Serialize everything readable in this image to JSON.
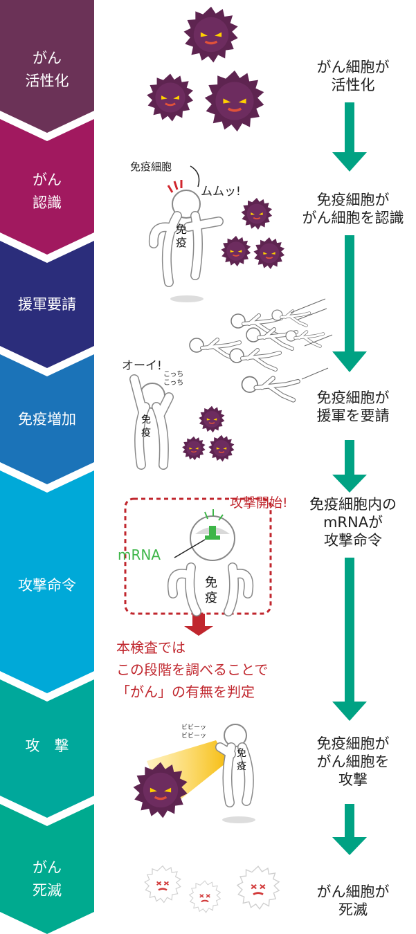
{
  "colors": {
    "steps": [
      "#6b3257",
      "#a1195f",
      "#2b2d7b",
      "#1b73b8",
      "#00a9d8",
      "#00a89b",
      "#00aa8f"
    ],
    "arrow": "#00a283",
    "red": "#c0262d",
    "cell": "#5e2450"
  },
  "steps": [
    {
      "label": "がん\n活性化",
      "desc": "がん細胞が\n活性化"
    },
    {
      "label": "がん\n認識",
      "desc": "免疫細胞が\nがん細胞を認識"
    },
    {
      "label": "援軍要請",
      "desc": ""
    },
    {
      "label": "免疫増加",
      "desc": "免疫細胞が\n援軍を要請"
    },
    {
      "label": "攻撃命令",
      "desc": "免疫細胞内の\nmRNAが\n攻撃命令"
    },
    {
      "label": "攻　撃",
      "desc": "免疫細胞が\nがん細胞を\n攻撃"
    },
    {
      "label": "がん\n死滅",
      "desc": "がん細胞が\n死滅"
    }
  ],
  "scene": {
    "immune_cell_label": "免疫細胞",
    "mumu": "ムムッ!",
    "oi": "オーイ!",
    "kocchi": "こっち\nこっち",
    "attack_start": "攻撃開始!",
    "mrna": "mRNA",
    "men_eki": "免\n疫",
    "bibi": "ビビーッ\nビビーッ"
  },
  "note": "本検査では\nこの段階を調べることで\n「がん」の有無を判定"
}
